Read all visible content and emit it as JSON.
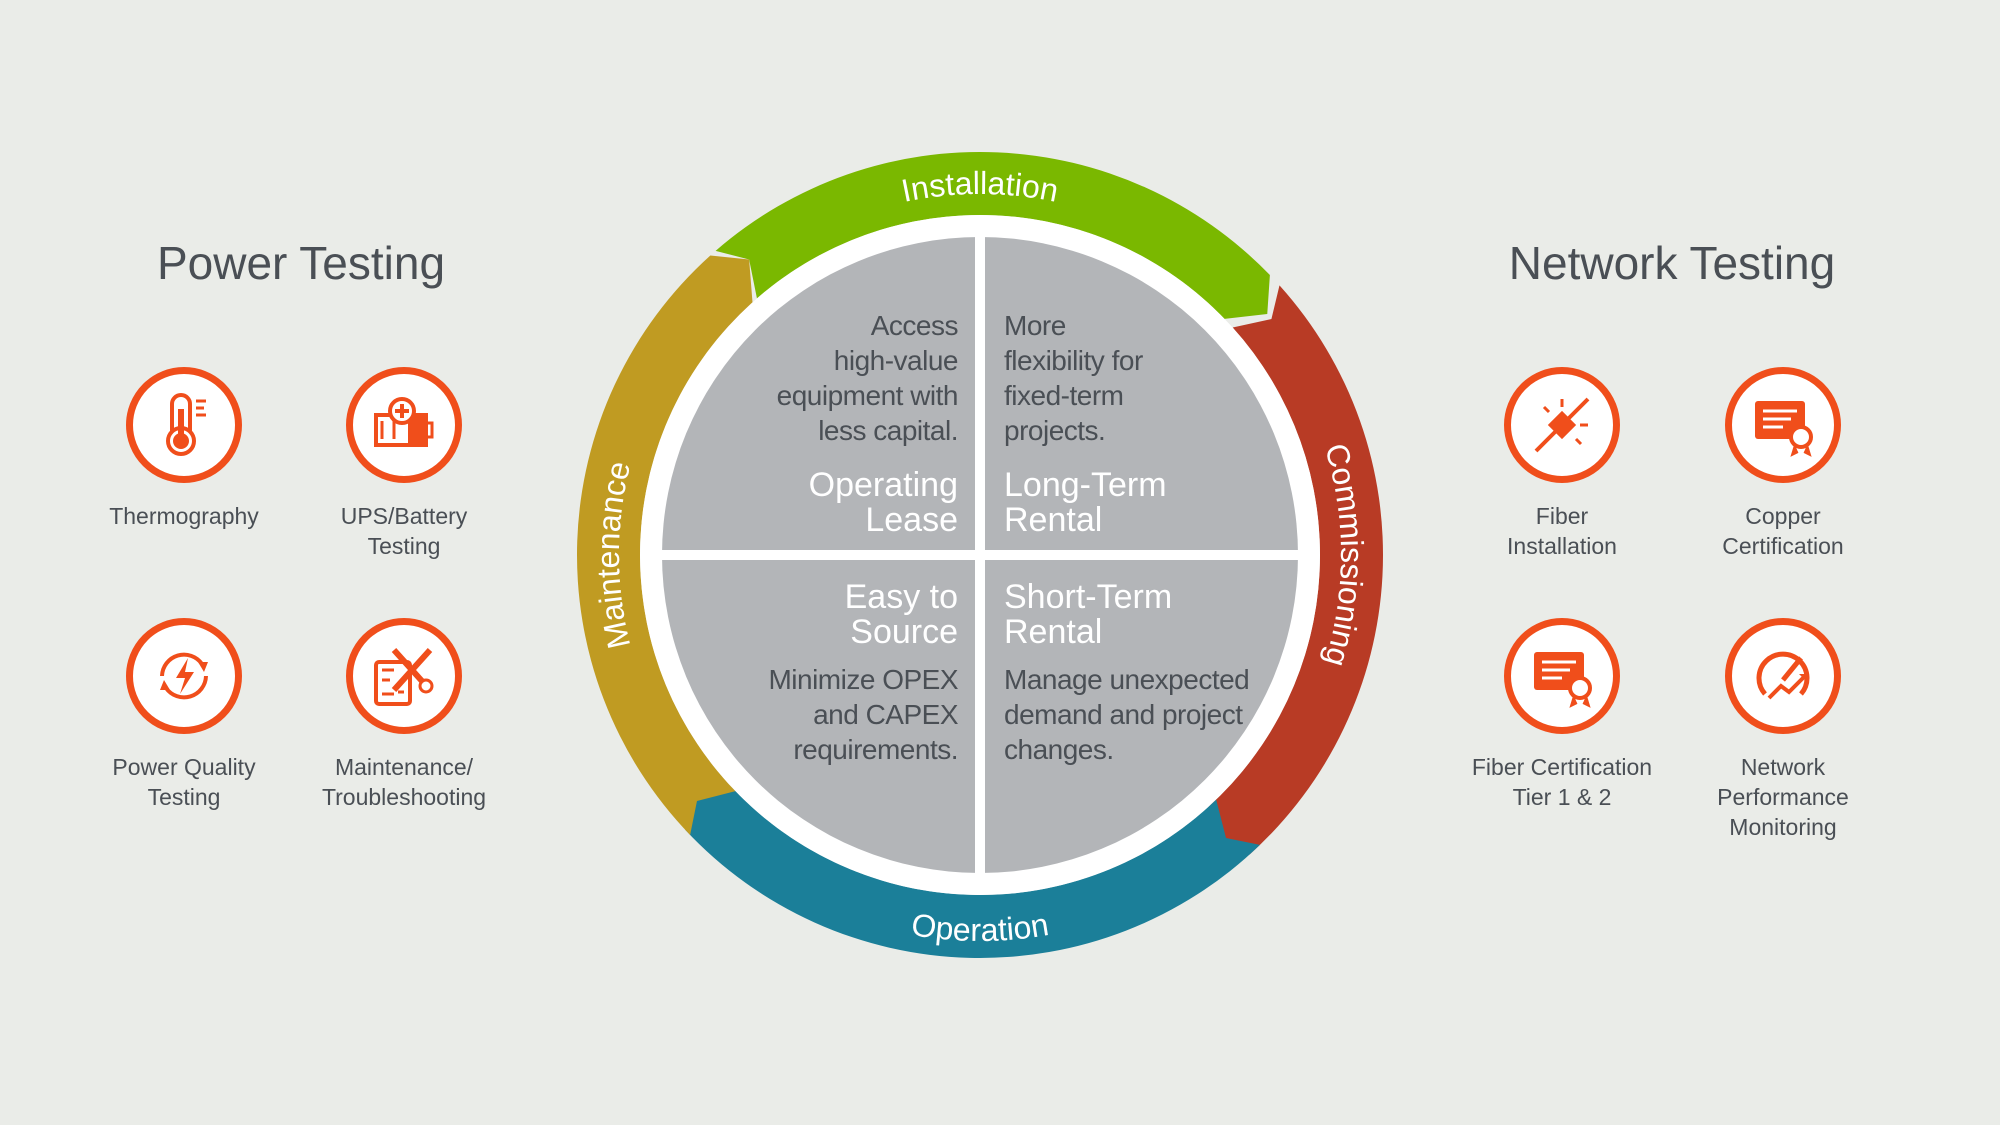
{
  "power_testing": {
    "title": "Power Testing",
    "items": [
      {
        "label": "Thermography",
        "icon": "thermometer-icon"
      },
      {
        "label": "UPS/Battery\nTesting",
        "icon": "battery-plus-icon"
      },
      {
        "label": "Power Quality\nTesting",
        "icon": "power-cycle-icon"
      },
      {
        "label": "Maintenance/\nTroubleshooting",
        "icon": "wrench-panel-icon"
      }
    ]
  },
  "network_testing": {
    "title": "Network Testing",
    "items": [
      {
        "label": "Fiber\nInstallation",
        "icon": "fiber-connector-icon"
      },
      {
        "label": "Copper\nCertification",
        "icon": "certificate-icon"
      },
      {
        "label": "Fiber Certification\nTier 1 & 2",
        "icon": "certificate-icon"
      },
      {
        "label": "Network\nPerformance\nMonitoring",
        "icon": "gauge-icon"
      }
    ]
  },
  "cycle": {
    "stages": [
      {
        "label": "Installation",
        "color": "#7ab800"
      },
      {
        "label": "Commissioning",
        "color": "#b83b25"
      },
      {
        "label": "Operation",
        "color": "#1b7f99"
      },
      {
        "label": "Maintenance",
        "color": "#c09b22"
      }
    ],
    "quadrants": {
      "top_left": {
        "heading": "Operating\nLease",
        "body": "Access\nhigh-value\nequipment with\nless capital."
      },
      "top_right": {
        "heading": "Long-Term\nRental",
        "body": "More\nflexibility for\nfixed-term\nprojects."
      },
      "bottom_left": {
        "heading": "Easy to\nSource",
        "body": "Minimize OPEX\nand CAPEX\nrequirements."
      },
      "bottom_right": {
        "heading": "Short-Term\nRental",
        "body": "Manage unexpected\ndemand and project\nchanges."
      }
    }
  },
  "colors": {
    "accent": "#f04e1b",
    "disc": "#b3b5b8",
    "background": "#eaece8",
    "text": "#4a4f55"
  }
}
